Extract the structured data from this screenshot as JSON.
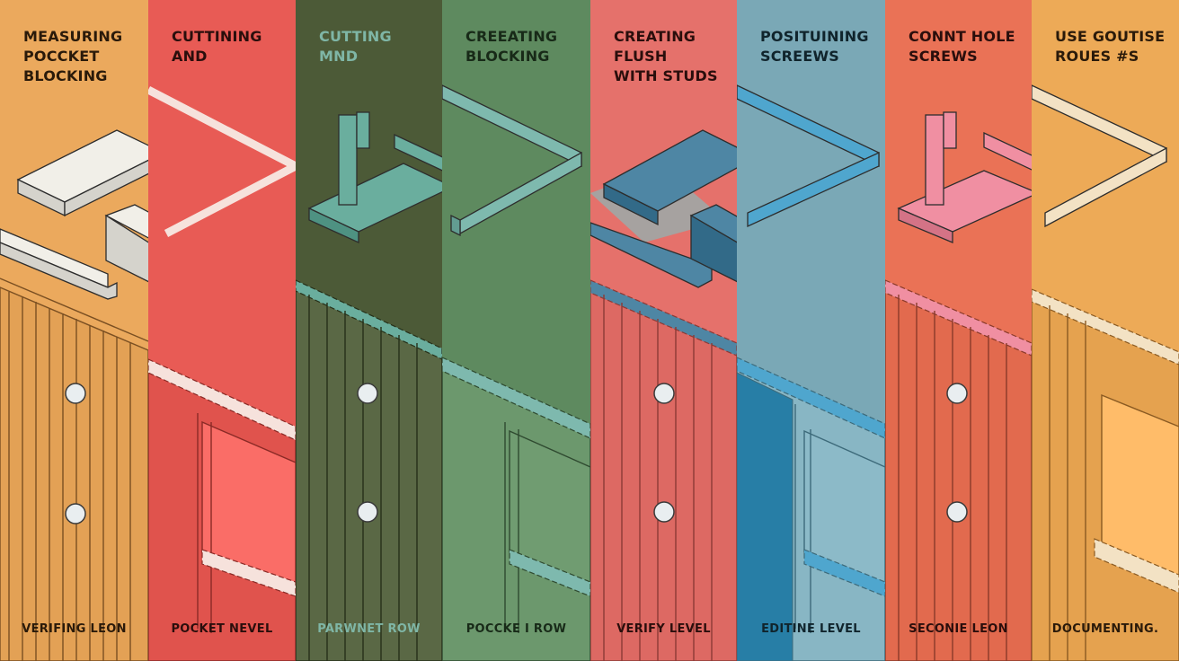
{
  "panels": [
    {
      "title_lines": [
        "MEASURING",
        "POCCKET",
        "BLOCKING"
      ],
      "caption": "VERIFING LEON",
      "colors": {
        "bg": "#EBA95D",
        "text": "#2A1A0A",
        "line": "#7A4F22",
        "accent": "#F1EFE8"
      }
    },
    {
      "title_lines": [
        "CUTTINING",
        "AND"
      ],
      "caption": "POCKET NEVEL",
      "colors": {
        "bg": "#E85B55",
        "text": "#2A0E0C",
        "line": "#8A2A26",
        "accent": "#F6E2DC"
      }
    },
    {
      "title_lines": [
        "CUTTING",
        "MND"
      ],
      "caption": "PARWNET ROW",
      "colors": {
        "bg": "#4C5A37",
        "text": "#7FB6A6",
        "line": "#263019",
        "accent": "#6AAE9E"
      }
    },
    {
      "title_lines": [
        "CREEATING",
        "BLOCKING"
      ],
      "caption": "POCCKE ı ROW",
      "colors": {
        "bg": "#5E8A5F",
        "text": "#182A18",
        "line": "#2F4A30",
        "accent": "#7EB9AE"
      }
    },
    {
      "title_lines": [
        "CREATING",
        "FLUSH",
        "WITH STUDS"
      ],
      "caption": "VERIFY LEVEL",
      "colors": {
        "bg": "#E5716B",
        "text": "#2A0E0C",
        "line": "#8C3A36",
        "accent": "#4E86A4"
      }
    },
    {
      "title_lines": [
        "POSITUINING",
        "SCREEWS"
      ],
      "caption": "EDITINE LEVEL",
      "colors": {
        "bg": "#7AA8B6",
        "text": "#10242C",
        "line": "#3D6A7A",
        "accent": "#4FA6CE"
      }
    },
    {
      "title_lines": [
        "CONNT HOLE",
        "SCREWS"
      ],
      "caption": "SECONIE LEON",
      "colors": {
        "bg": "#EA7256",
        "text": "#2A0E0C",
        "line": "#8A3A2A",
        "accent": "#F08FA2"
      }
    },
    {
      "title_lines": [
        "USE GOUTISE",
        "ROUES #S"
      ],
      "caption": "DOCUMENTING.",
      "colors": {
        "bg": "#EDAA57",
        "text": "#2A1A0A",
        "line": "#8A5A22",
        "accent": "#F3E2C4"
      }
    }
  ]
}
